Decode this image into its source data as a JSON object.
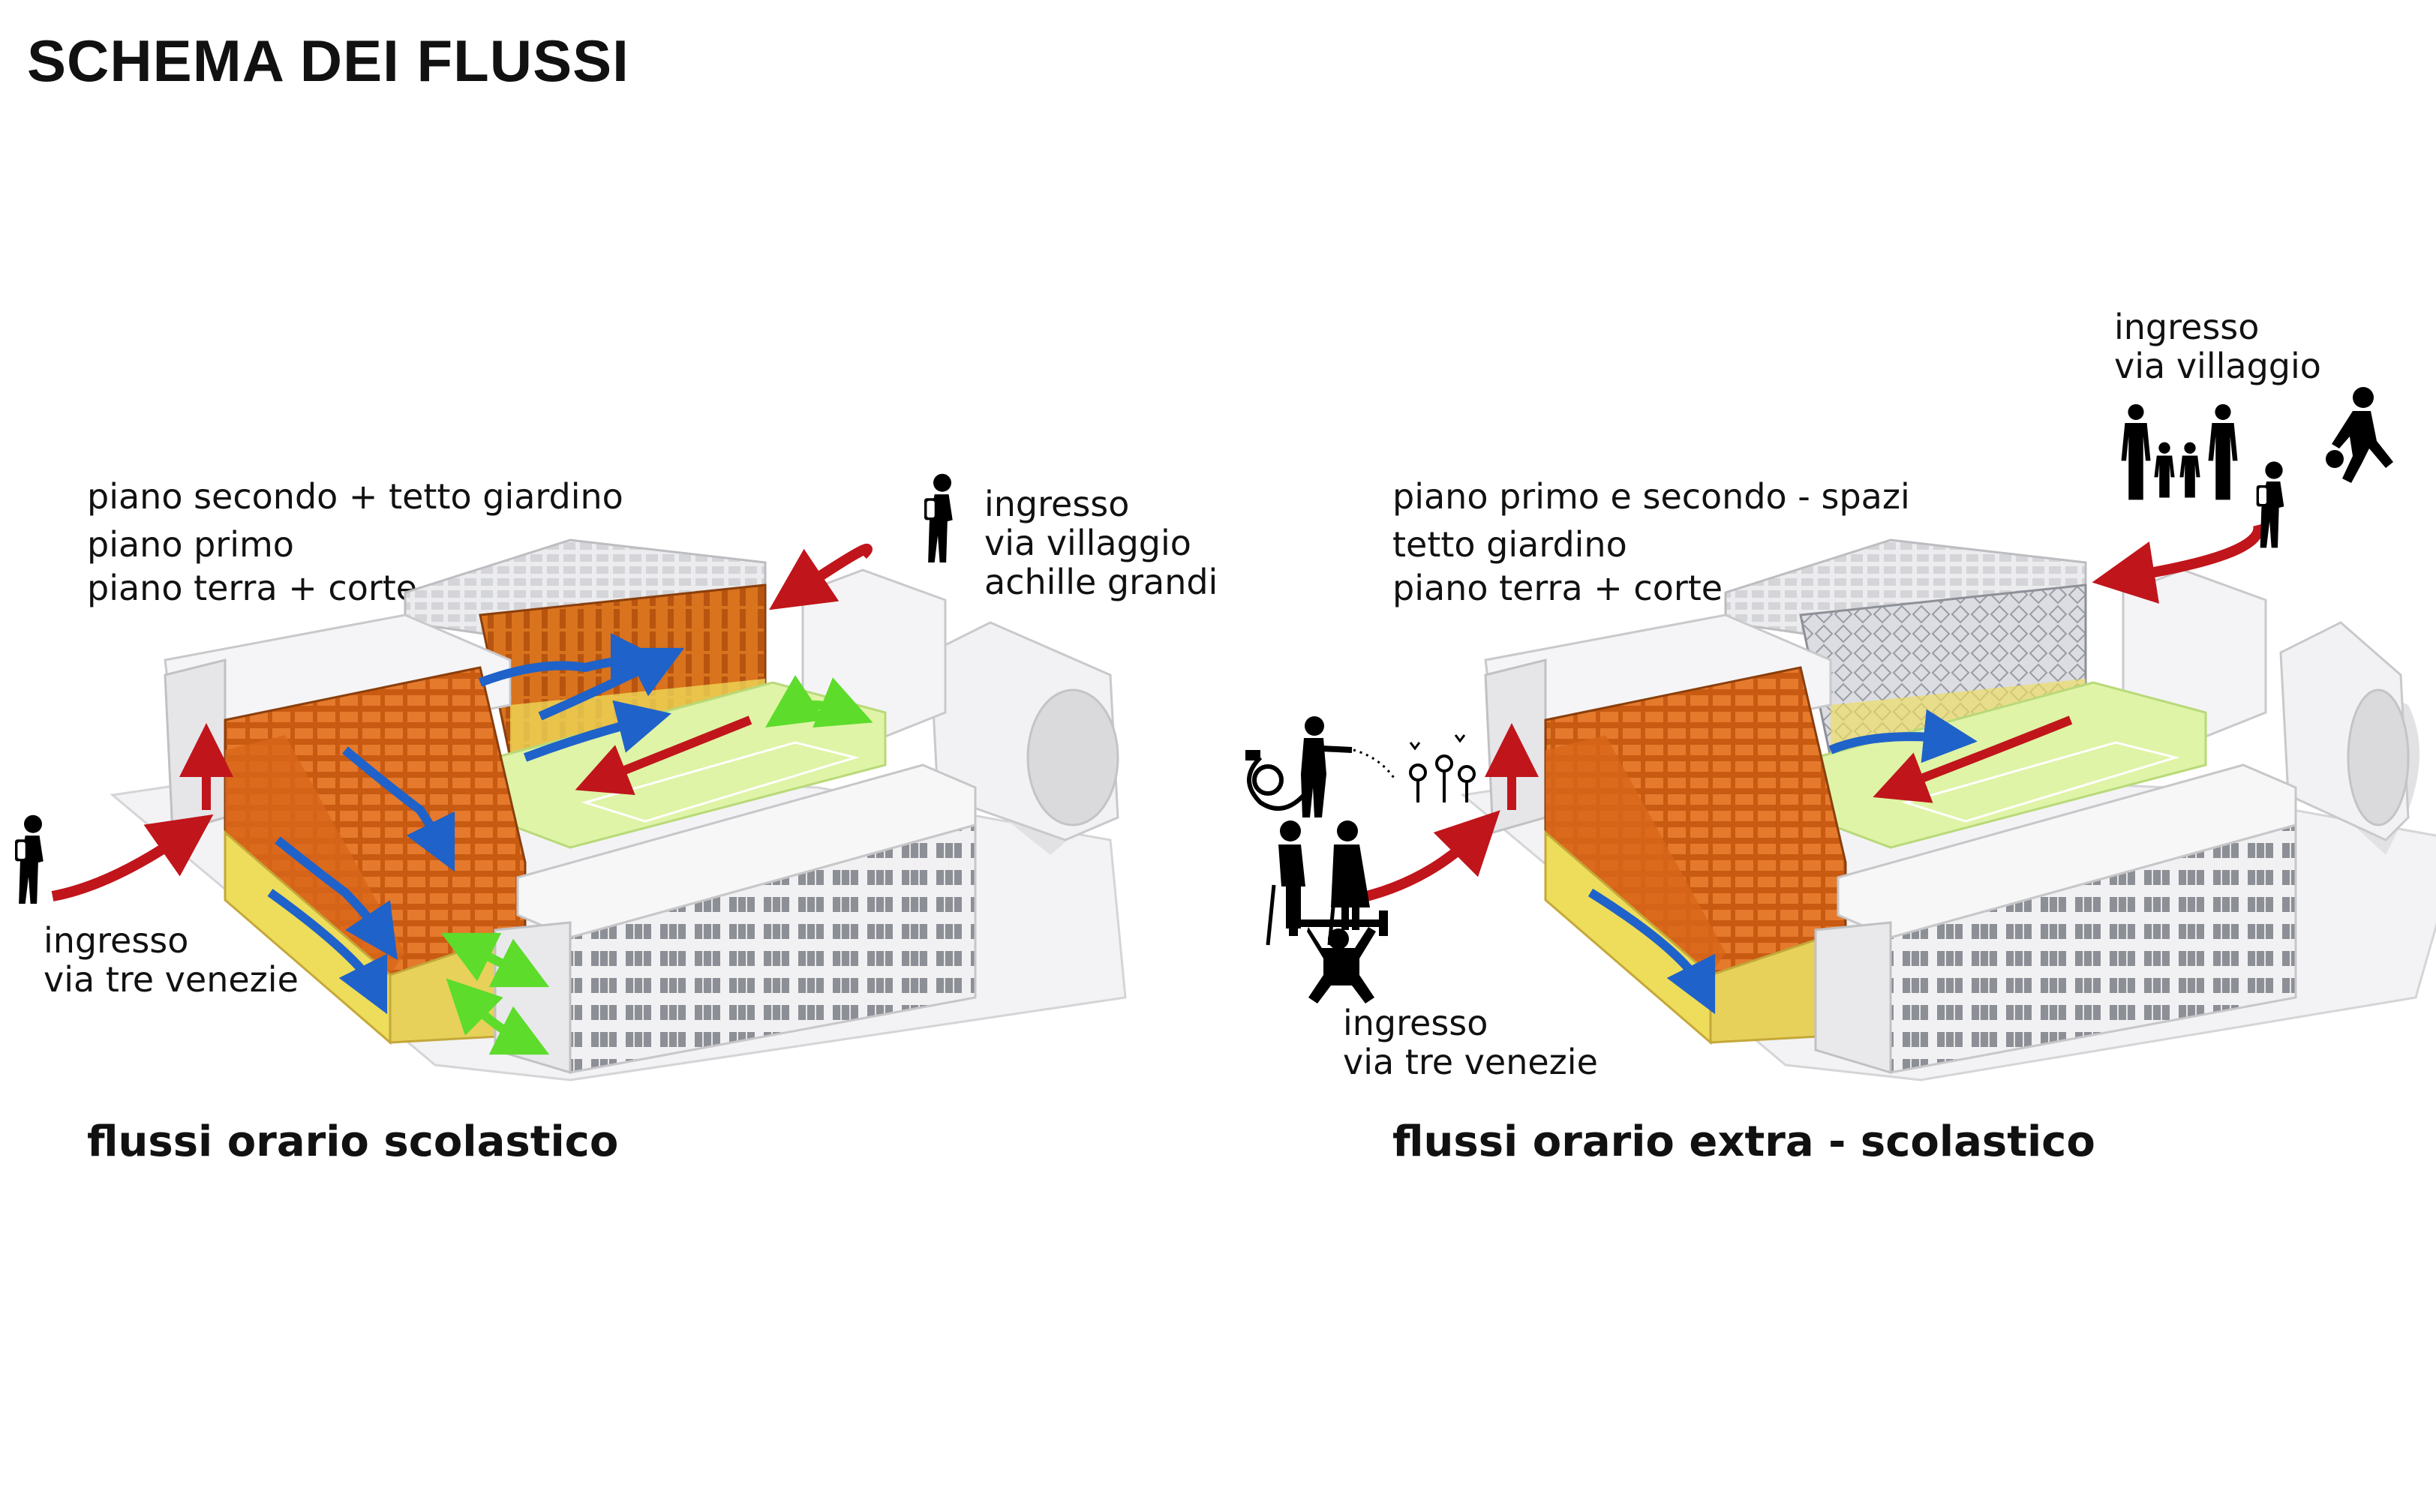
{
  "title": "SCHEMA DEI FLUSSI",
  "left": {
    "floors": [
      "piano secondo + tetto giardino",
      "piano primo",
      "piano terra + corte"
    ],
    "entrance_top": [
      "ingresso",
      "via villaggio",
      "achille grandi"
    ],
    "entrance_bottom": [
      "ingresso",
      "via tre venezie"
    ],
    "caption": "flussi orario scolastico"
  },
  "right": {
    "floors": [
      "piano primo e secondo - spazi",
      "tetto giardino",
      "piano terra + corte"
    ],
    "entrance_top": [
      "ingresso",
      "via villaggio"
    ],
    "entrance_bottom": [
      "ingresso",
      "via tre venezie"
    ],
    "caption": "flussi orario extra - scolastico"
  },
  "legend_colors": {
    "entry_flow": "#c0151b",
    "internal_flow": "#1f62c9",
    "courtyard_flow": "#5ddc2b",
    "classrooms": "#d9661a",
    "atrium": "#eedd5a",
    "courtyard": "#dff4a6"
  },
  "icons": [
    "student-icon",
    "family-icon",
    "football-player-icon",
    "gardener-icon",
    "elderly-couple-icon",
    "weightlifter-icon"
  ]
}
